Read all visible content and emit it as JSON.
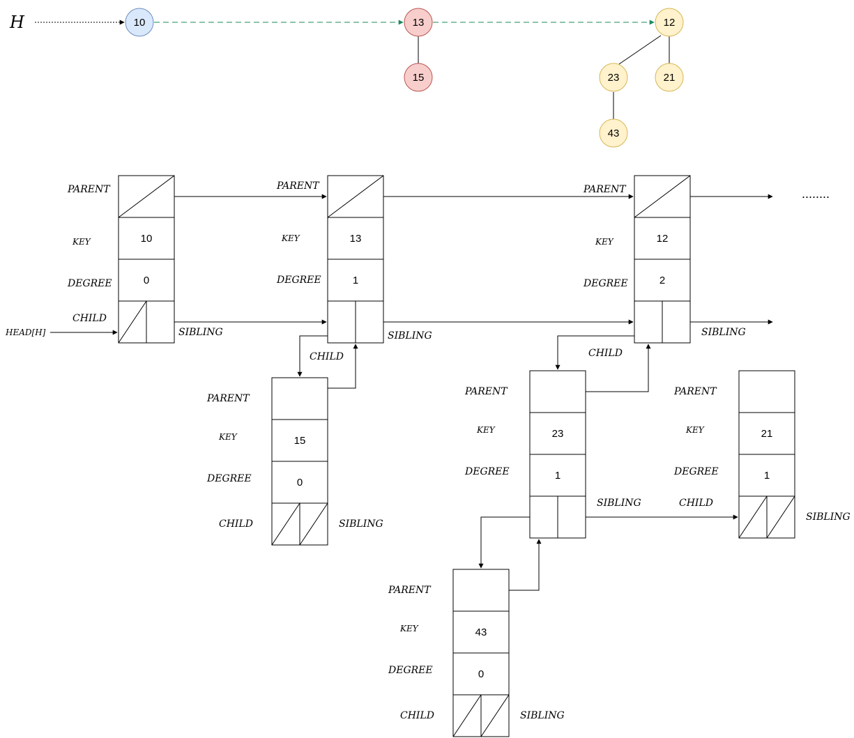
{
  "colors": {
    "blue_fill": "#dae8fc",
    "blue_stroke": "#6c8ebf",
    "red_fill": "#f8cecc",
    "red_stroke": "#b85450",
    "yellow_fill": "#fff2cc",
    "yellow_stroke": "#d6b656",
    "green_dash": "#1a8a5a"
  },
  "tree": {
    "head_label": "H",
    "roots": [
      {
        "key": "10",
        "color": "blue"
      },
      {
        "key": "13",
        "color": "red"
      },
      {
        "key": "12",
        "color": "yellow"
      }
    ],
    "children": [
      {
        "key": "15",
        "color": "red"
      },
      {
        "key": "23",
        "color": "yellow"
      },
      {
        "key": "21",
        "color": "yellow"
      },
      {
        "key": "43",
        "color": "yellow"
      }
    ]
  },
  "labels": {
    "parent": "PARENT",
    "key": "KEY",
    "degree": "DEGREE",
    "child": "CHILD",
    "sibling": "SIBLING",
    "head_h": "HEAD[H]",
    "ellipsis": "........"
  },
  "nodes": [
    {
      "key": "10",
      "degree": "0"
    },
    {
      "key": "13",
      "degree": "1"
    },
    {
      "key": "12",
      "degree": "2"
    },
    {
      "key": "15",
      "degree": "0"
    },
    {
      "key": "23",
      "degree": "1"
    },
    {
      "key": "21",
      "degree": "1"
    },
    {
      "key": "43",
      "degree": "0"
    }
  ]
}
